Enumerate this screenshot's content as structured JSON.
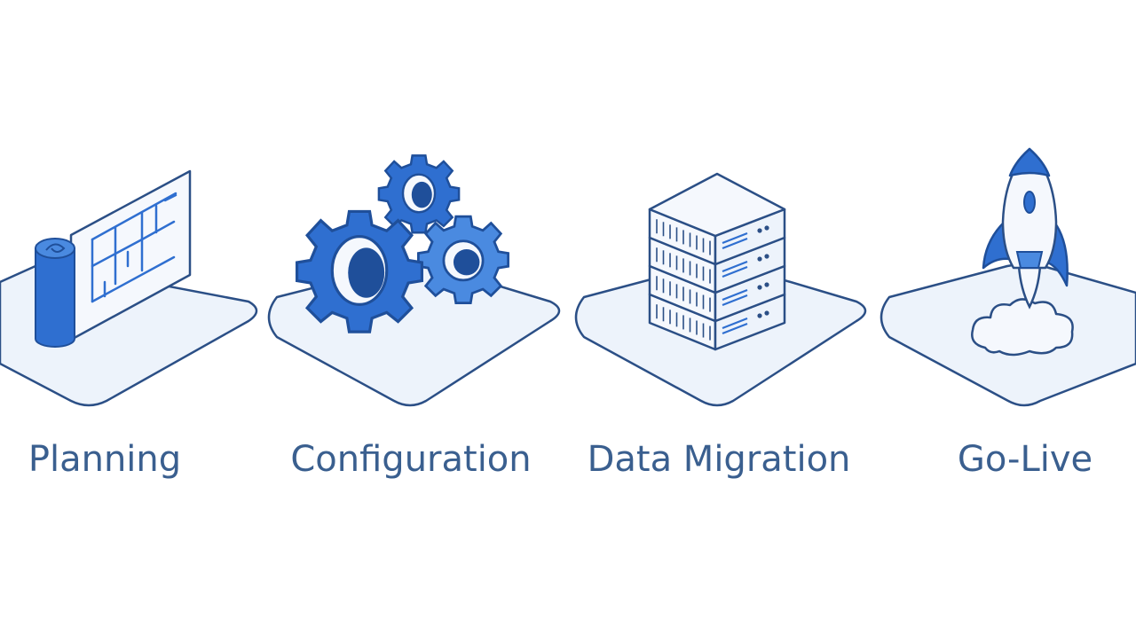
{
  "stages": [
    {
      "label": "Planning",
      "icon": "blueprint-icon"
    },
    {
      "label": "Configuration",
      "icon": "gears-icon"
    },
    {
      "label": "Data Migration",
      "icon": "server-stack-icon"
    },
    {
      "label": "Go-Live",
      "icon": "rocket-icon"
    }
  ],
  "colors": {
    "primary": "#2f6fd0",
    "primary_dark": "#1f4f9a",
    "primary_light": "#4a8ae0",
    "outline": "#2b4f86",
    "platform_fill": "#edf3fb",
    "card_fill": "#f5f8fd",
    "text": "#3a5f8f"
  }
}
